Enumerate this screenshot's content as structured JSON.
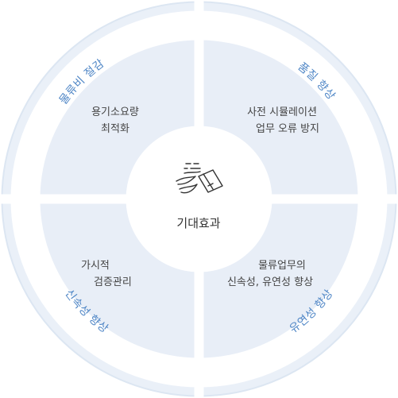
{
  "center": {
    "title": "기대효과",
    "icon": "delivery-box-icon"
  },
  "outer_labels": {
    "top_left": "물류비 절감",
    "top_right": "품질 향상",
    "bottom_left": "신속성 향상",
    "bottom_right": "유연성 향상"
  },
  "quadrants": {
    "top_left": [
      "용기소요량",
      "최적화"
    ],
    "top_right": [
      "사전 시뮬레이션",
      "업무 오류 방지"
    ],
    "bottom_left": [
      "가시적",
      "검증관리"
    ],
    "bottom_right": [
      "물류업무의",
      "신속성, 유연성 향상"
    ]
  },
  "colors": {
    "outer_ring": "#eaf0f8",
    "ring_stroke": "#dce6f2",
    "quadrant_fill": "#e8eef7",
    "center_fill": "#ffffff",
    "label_blue": "#4f86c6"
  }
}
